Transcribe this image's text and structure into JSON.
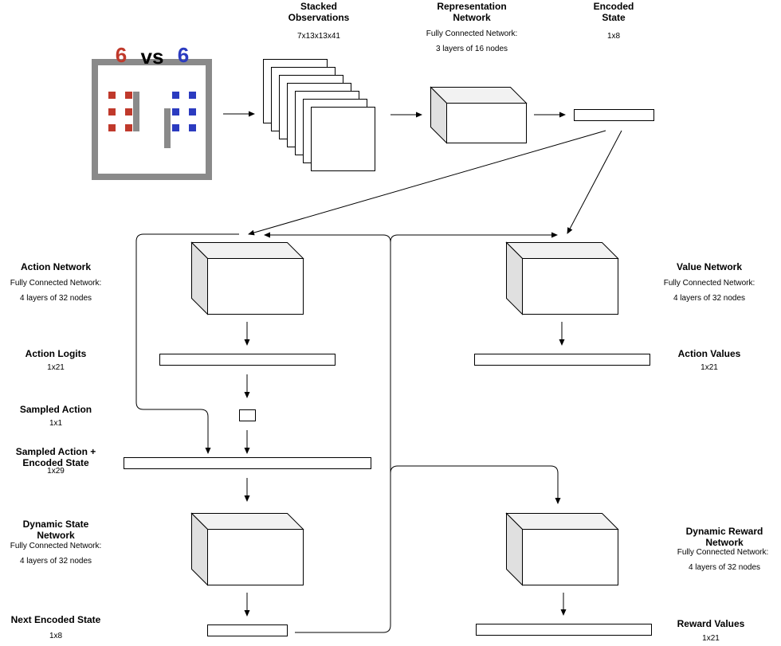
{
  "game_image": {
    "left_count": "6",
    "vs_label": "vs",
    "right_count": "6",
    "colors": {
      "red_team": "#c0392b",
      "blue_team": "#2b3bc0",
      "wall": "#8a8a8a"
    }
  },
  "stacked_observations": {
    "title_line1": "Stacked",
    "title_line2": "Observations",
    "dims": "7x13x13x41"
  },
  "representation_network": {
    "title_line1": "Representation",
    "title_line2": "Network",
    "desc1": "Fully Connected Network:",
    "desc2": "3 layers of 16 nodes"
  },
  "encoded_state": {
    "title_line1": "Encoded",
    "title_line2": "State",
    "dims": "1x8"
  },
  "action_network": {
    "title": "Action Network",
    "desc1": "Fully Connected Network:",
    "desc2": "4 layers of 32 nodes"
  },
  "action_logits": {
    "title": "Action Logits",
    "dims": "1x21"
  },
  "sampled_action": {
    "title": "Sampled Action",
    "dims": "1x1"
  },
  "sampled_action_encoded": {
    "title_line1": "Sampled Action +",
    "title_line2": "Encoded State",
    "dims": "1x29"
  },
  "dynamic_state_network": {
    "title_line1": "Dynamic State",
    "title_line2": "Network",
    "desc1": "Fully Connected Network:",
    "desc2": "4 layers of 32 nodes"
  },
  "next_encoded_state": {
    "title": "Next Encoded State",
    "dims": "1x8"
  },
  "value_network": {
    "title": "Value Network",
    "desc1": "Fully Connected Network:",
    "desc2": "4 layers of 32 nodes"
  },
  "action_values": {
    "title": "Action Values",
    "dims": "1x21"
  },
  "dynamic_reward_network": {
    "title_line1": "Dynamic Reward",
    "title_line2": "Network",
    "desc1": "Fully Connected Network:",
    "desc2": "4 layers of 32 nodes"
  },
  "reward_values": {
    "title": "Reward Values",
    "dims": "1x21"
  }
}
